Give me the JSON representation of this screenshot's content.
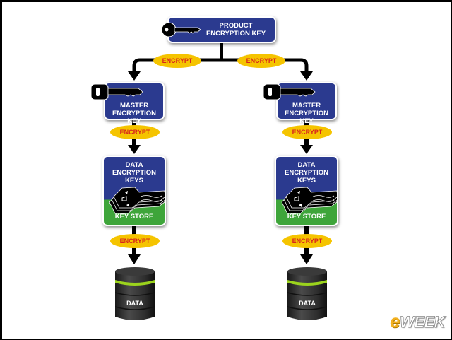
{
  "diagram": {
    "product_key": {
      "line1": "PRODUCT",
      "line2": "ENCRYPTION KEY",
      "icon": "key-icon"
    },
    "encrypt_label": "ENCRYPT",
    "branches": [
      {
        "side": "left",
        "master_key": {
          "line1": "MASTER",
          "line2": "ENCRYPTION KEY",
          "icon": "key-icon"
        },
        "data_keys": {
          "line1": "DATA",
          "line2": "ENCRYPTION",
          "line3": "KEYS",
          "store": "KEY STORE",
          "icon": "keys-stack-icon"
        },
        "database": {
          "label": "DATA",
          "icon": "database-icon"
        }
      },
      {
        "side": "right",
        "master_key": {
          "line1": "MASTER",
          "line2": "ENCRYPTION KEY",
          "icon": "key-icon"
        },
        "data_keys": {
          "line1": "DATA",
          "line2": "ENCRYPTION",
          "line3": "KEYS",
          "store": "KEY STORE",
          "icon": "keys-stack-icon"
        },
        "database": {
          "label": "DATA",
          "icon": "database-icon"
        }
      }
    ],
    "colors": {
      "box_blue": "#2b3a8f",
      "store_green": "#3ea53a",
      "pill_yellow": "#f5c400",
      "pill_text_red": "#d8261c",
      "db_band_green": "#9bd31d"
    }
  },
  "branding": {
    "logo_e": "e",
    "logo_rest": "WEEK"
  }
}
